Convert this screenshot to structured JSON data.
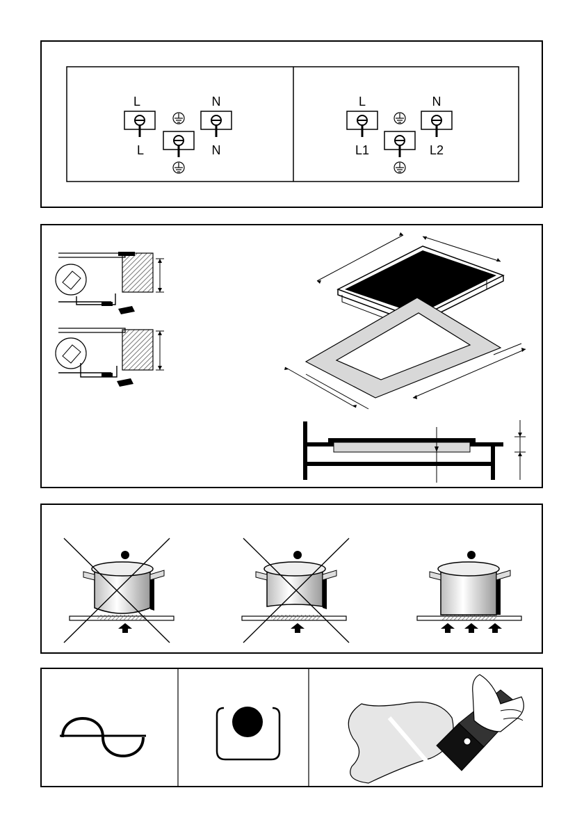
{
  "wiring": {
    "single_phase": {
      "top_left": "L",
      "top_right": "N",
      "bottom_left": "L",
      "bottom_right": "N"
    },
    "two_phase": {
      "top_left": "L",
      "top_right": "N",
      "bottom_left": "L1",
      "bottom_right": "L2"
    }
  },
  "icons": {
    "earth": "earth-ground-icon",
    "ac": "sine-wave-icon",
    "zone": "cooking-zone-icon",
    "scraper": "glass-scraper-icon",
    "no_pot": "crossed-out-icon",
    "heat": "heat-arrow-icon"
  },
  "colors": {
    "ink": "#000000",
    "hatch": "#555555",
    "surface": "#d8d8d8",
    "paper": "#ffffff"
  }
}
